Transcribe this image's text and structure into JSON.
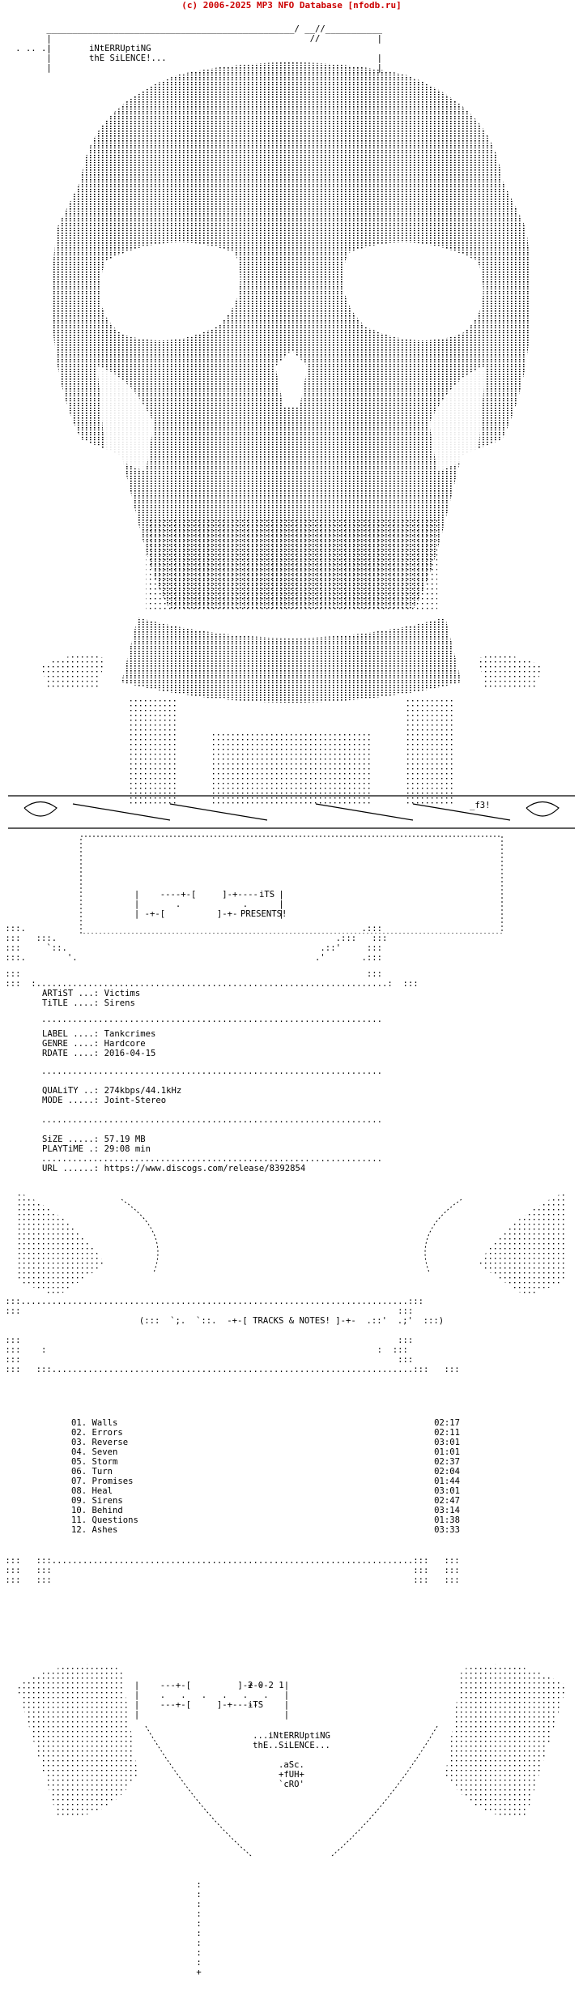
{
  "header": {
    "text": "(c) 2006-2025 MP3 NFO Database [nfodb.ru]",
    "color": "#cc0000"
  },
  "group": {
    "name_line1": "iNtERRUptiNG",
    "name_line2": "thE SiLENCE!...",
    "tag": "_f3!",
    "presents": "PRESENTS!",
    "its": "iTS"
  },
  "release": {
    "artist_label": "ARTiST ...:",
    "artist": "Victims",
    "title_label": "TiTLE ....:",
    "title": "Sirens",
    "label_label": "LABEL ....:",
    "label": "Tankcrimes",
    "genre_label": "GENRE ....:",
    "genre": "Hardcore",
    "rdate_label": "RDATE ....:",
    "rdate": "2016-04-15",
    "quality_label": "QUALiTY ..:",
    "quality": "274kbps/44.1kHz",
    "mode_label": "MODE .....:",
    "mode": "Joint-Stereo",
    "size_label": "SiZE .....:",
    "size": "57.19 MB",
    "playtime_label": "PLAYTiME .:",
    "playtime": "29:08 min",
    "url_label": "URL ......:",
    "url": "https://www.discogs.com/release/8392854"
  },
  "tracks_title": "TRACKS & NOTES!",
  "tracks": [
    {
      "n": "01.",
      "name": "Walls",
      "time": "02:17"
    },
    {
      "n": "02.",
      "name": "Errors",
      "time": "02:11"
    },
    {
      "n": "03.",
      "name": "Reverse",
      "time": "03:01"
    },
    {
      "n": "04.",
      "name": "Seven",
      "time": "01:01"
    },
    {
      "n": "05.",
      "name": "Storm",
      "time": "02:37"
    },
    {
      "n": "06.",
      "name": "Turn",
      "time": "02:04"
    },
    {
      "n": "07.",
      "name": "Promises",
      "time": "01:44"
    },
    {
      "n": "08.",
      "name": "Heal",
      "time": "03:01"
    },
    {
      "n": "09.",
      "name": "Sirens",
      "time": "02:47"
    },
    {
      "n": "10.",
      "name": "Behind",
      "time": "03:14"
    },
    {
      "n": "11.",
      "name": "Questions",
      "time": "01:38"
    },
    {
      "n": "12.",
      "name": "Ashes",
      "time": "03:33"
    }
  ],
  "footer": {
    "year": "2 0 2 1",
    "its": "iTS",
    "name_line1": "...iNtERRUptiNG",
    "name_line2": "thE..SiLENCE...",
    "credit1": ".aSc.",
    "credit2": "+fUH+",
    "credit3": "`cRO'"
  }
}
